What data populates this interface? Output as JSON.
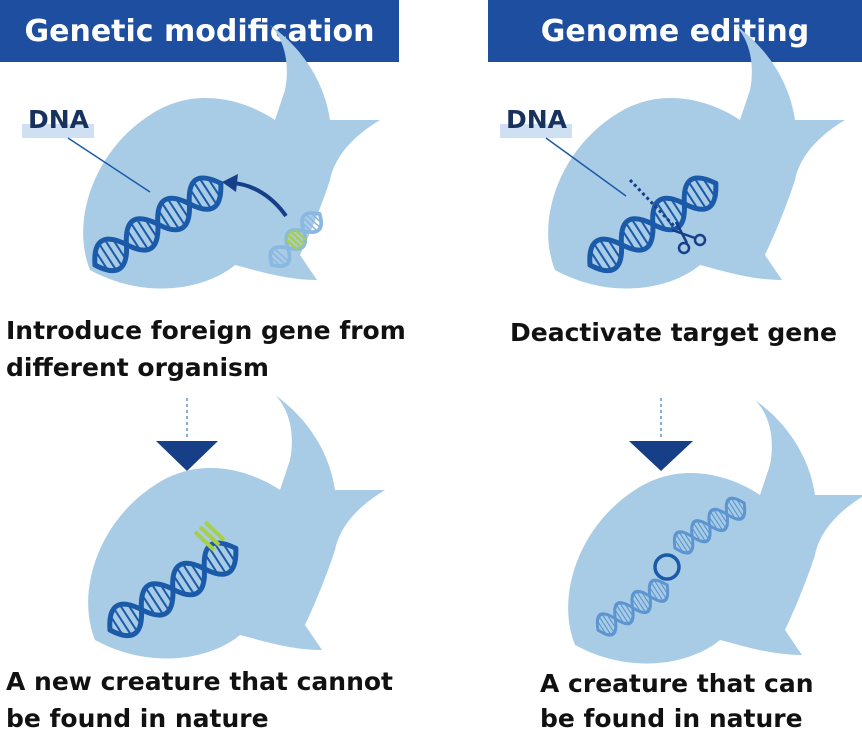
{
  "headers": {
    "left": "Genetic modification",
    "right": "Genome editing"
  },
  "labels": {
    "dna_left": "DNA",
    "dna_right": "DNA"
  },
  "captions": {
    "left_step_line1": "Introduce foreign gene from",
    "left_step_line2": "different organism",
    "right_step": "Deactivate target gene",
    "left_result_line1": "A new creature that cannot",
    "left_result_line2": "be found in nature",
    "right_result_line1": "A creature that can",
    "right_result_line2": "be found in nature"
  },
  "colors": {
    "header_bg": "#1d4ea0",
    "fish": "#a8cbe6",
    "dna_dark": "#1b5aa8",
    "dna_light": "#7fb0dc",
    "foreign_gene": "#a7cf4a",
    "arrow": "#173f88"
  }
}
